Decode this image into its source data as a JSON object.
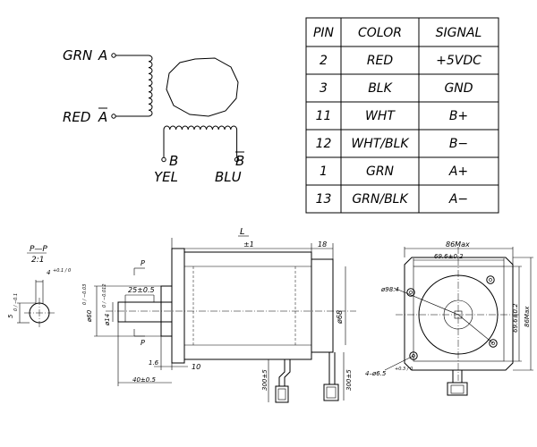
{
  "wiring": {
    "green_label": "GRN",
    "phase_a": "A",
    "red_label": "RED",
    "phase_a_bar": "A",
    "phase_b": "B",
    "phase_b_bar": "B",
    "yellow_label": "YEL",
    "blue_label": "BLU"
  },
  "pin_table": {
    "headers": [
      "PIN",
      "COLOR",
      "SIGNAL"
    ],
    "rows": [
      [
        "2",
        "RED",
        "+5VDC"
      ],
      [
        "3",
        "BLK",
        "GND"
      ],
      [
        "11",
        "WHT",
        "B+"
      ],
      [
        "12",
        "WHT/BLK",
        "B−"
      ],
      [
        "1",
        "GRN",
        "A+"
      ],
      [
        "13",
        "GRN/BLK",
        "A−"
      ]
    ]
  },
  "section_view": {
    "label": "P—P",
    "scale": "2:1",
    "key_width": "4",
    "key_tol": "+0.1 / 0",
    "flat_depth": "5",
    "flat_tol": "0 / −0.1"
  },
  "side_view": {
    "length_symbol": "L",
    "body_length": "±1",
    "flange_thickness": "18",
    "shaft_length": "25±0.5",
    "pilot_diameter": "ø60",
    "pilot_tol": "0 / −0.03",
    "shaft_diameter": "ø14",
    "shaft_tol": "0 / −0.012",
    "section_marker": "P",
    "pilot_depth": "1.6",
    "flange_offset": "10",
    "shaft_extension": "40±0.5",
    "body_diameter": "ø68",
    "lead_length_1": "300±5",
    "lead_length_2": "300±5"
  },
  "front_view": {
    "max_width": "86Max",
    "hole_spacing_top": "69.6±0.2",
    "hole_spacing_side": "69.6±0.2",
    "max_height": "86Max",
    "bolt_circle": "ø98.4",
    "mount_holes": "4–ø6.5",
    "mount_holes_tol": "+0.3 / 0"
  }
}
